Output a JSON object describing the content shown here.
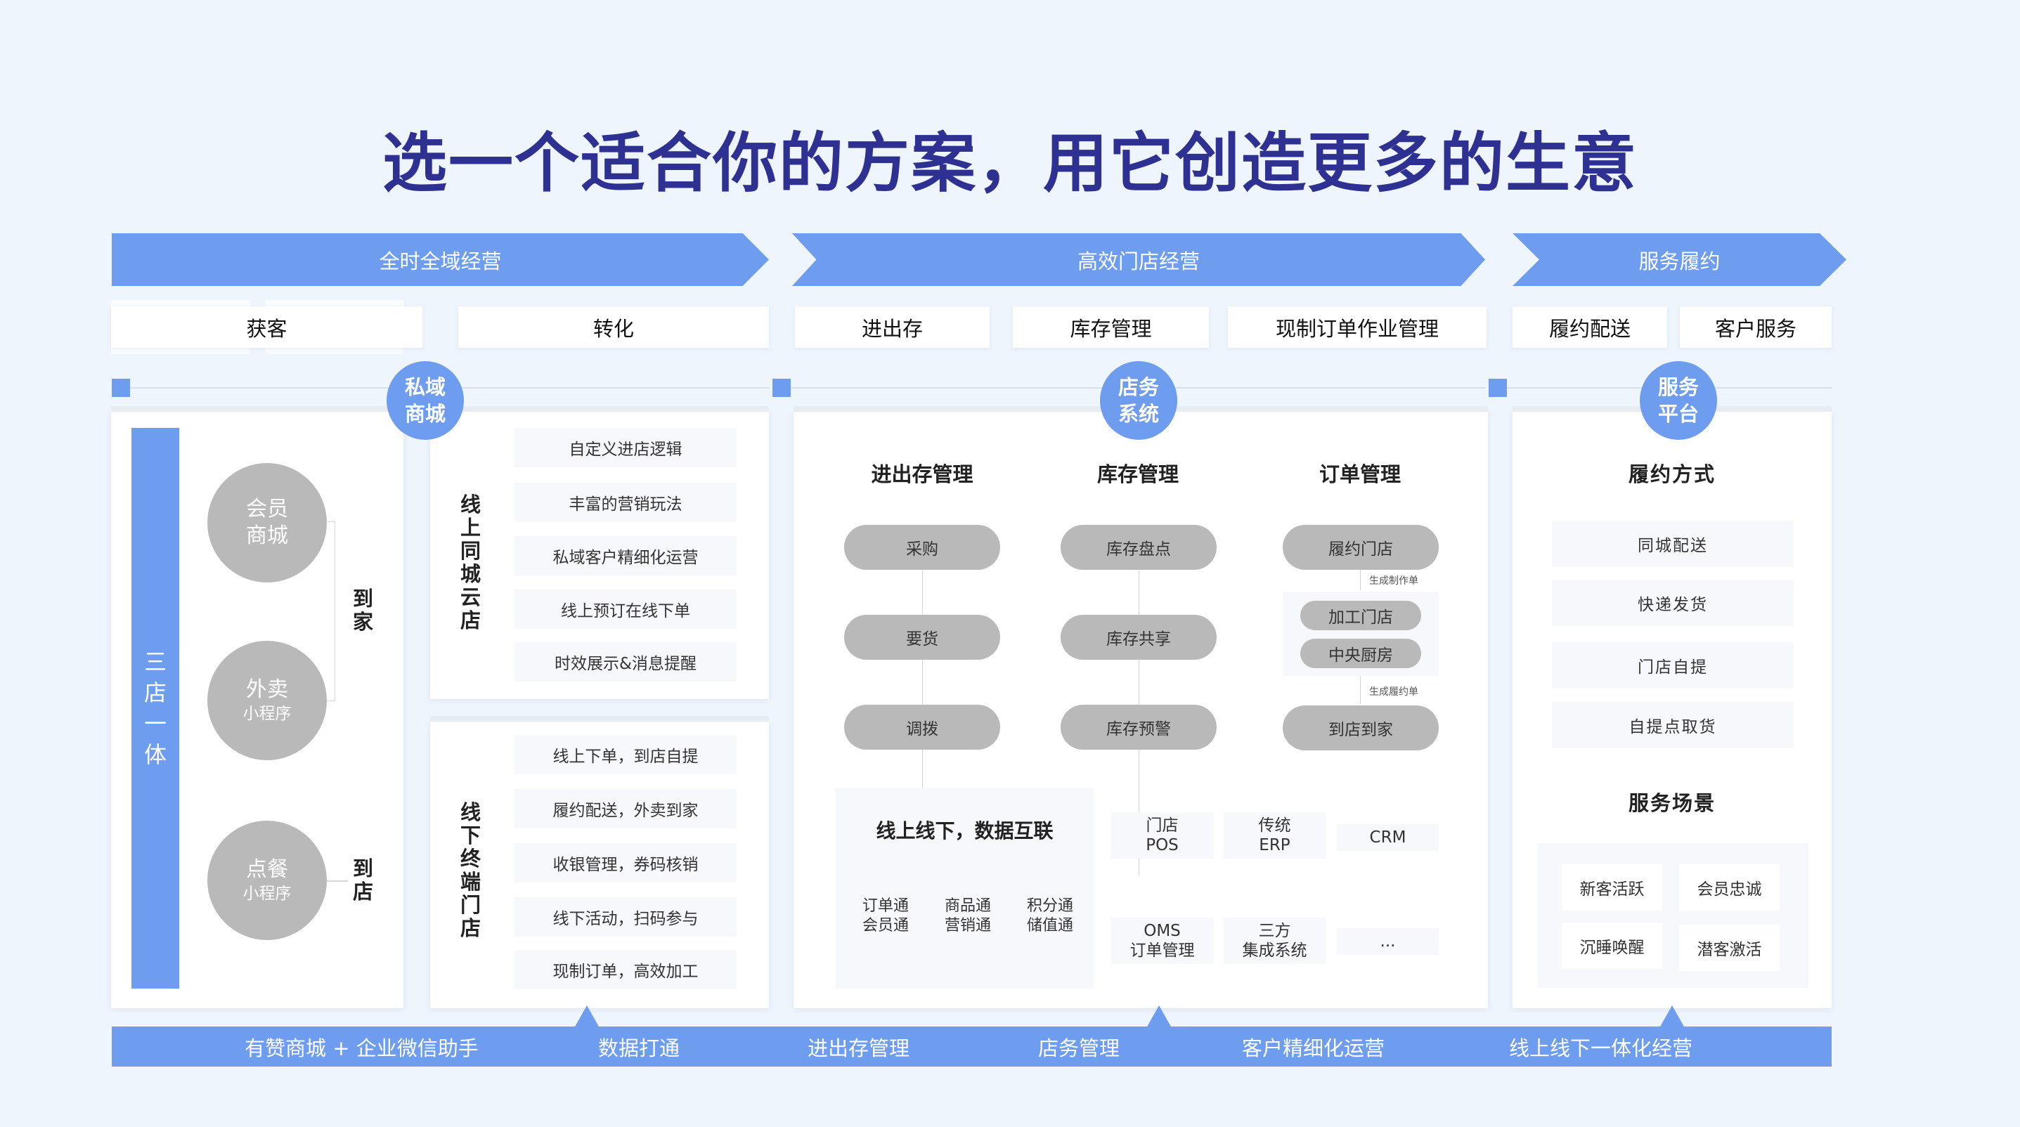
{
  "title": "选一个适合你的方案，用它创造更多的生意",
  "stages": [
    {
      "label": "全时全域经营"
    },
    {
      "label": "高效门店经营"
    },
    {
      "label": "服务履约"
    }
  ],
  "tabs": [
    "获客",
    "转化",
    "进出存",
    "库存管理",
    "现制订单作业管理",
    "履约配送",
    "客户服务"
  ],
  "badges": [
    {
      "line1": "私域",
      "line2": "商城"
    },
    {
      "line1": "店务",
      "line2": "系统"
    },
    {
      "line1": "服务",
      "line2": "平台"
    }
  ],
  "acquire": {
    "vertical_bar": [
      "三",
      "店",
      "一",
      "体"
    ],
    "circles": [
      {
        "line1": "会员",
        "line2": "商城"
      },
      {
        "line1": "外卖",
        "line2": "小程序"
      },
      {
        "line1": "点餐",
        "line2": "小程序"
      }
    ],
    "to_home": [
      "到",
      "家"
    ],
    "to_store": [
      "到",
      "店"
    ]
  },
  "convert": {
    "online": {
      "label": [
        "线",
        "上",
        "同",
        "城",
        "云",
        "店"
      ],
      "features": [
        "自定义进店逻辑",
        "丰富的营销玩法",
        "私域客户精细化运营",
        "线上预订在线下单",
        "时效展示&消息提醒"
      ]
    },
    "offline": {
      "label": [
        "线",
        "下",
        "终",
        "端",
        "门",
        "店"
      ],
      "features": [
        "线上下单，到店自提",
        "履约配送，外卖到家",
        "收银管理，券码核销",
        "线下活动，扫码参与",
        "现制订单，高效加工"
      ]
    }
  },
  "store_system": {
    "columns": [
      {
        "heading": "进出存管理",
        "steps": [
          "采购",
          "要货",
          "调拨"
        ]
      },
      {
        "heading": "库存管理",
        "steps": [
          "库存盘点",
          "库存共享",
          "库存预警"
        ]
      },
      {
        "heading": "订单管理",
        "top": "履约门店",
        "edge1": "生成制作单",
        "group": [
          "加工门店",
          "中央厨房"
        ],
        "edge2": "生成履约单",
        "bottom": "到店到家"
      }
    ],
    "data_link": {
      "heading": "线上线下，数据互联",
      "items_row1": [
        "订单通",
        "商品通",
        "积分通"
      ],
      "items_row2": [
        "会员通",
        "营销通",
        "储值通"
      ]
    },
    "systems": [
      {
        "line1": "门店",
        "line2": "POS"
      },
      {
        "line1": "传统",
        "line2": "ERP"
      },
      {
        "line1": "CRM",
        "line2": ""
      },
      {
        "line1": "OMS",
        "line2": "订单管理"
      },
      {
        "line1": "三方",
        "line2": "集成系统"
      },
      {
        "line1": "...",
        "line2": ""
      }
    ]
  },
  "service_platform": {
    "fulfill_heading": "履约方式",
    "fulfill_items": [
      "同城配送",
      "快递发货",
      "门店自提",
      "自提点取货"
    ],
    "scene_heading": "服务场景",
    "scenes": [
      "新客活跃",
      "会员忠诚",
      "沉睡唤醒",
      "潜客激活"
    ]
  },
  "bottom_bar": [
    "有赞商城 + 企业微信助手",
    "数据打通",
    "进出存管理",
    "店务管理",
    "客户精细化运营",
    "线上线下一体化经营"
  ],
  "colors": {
    "accent": "#6e9cef",
    "title": "#2e3191",
    "background": "#eff5fd",
    "pill": "#b9b9b9"
  }
}
